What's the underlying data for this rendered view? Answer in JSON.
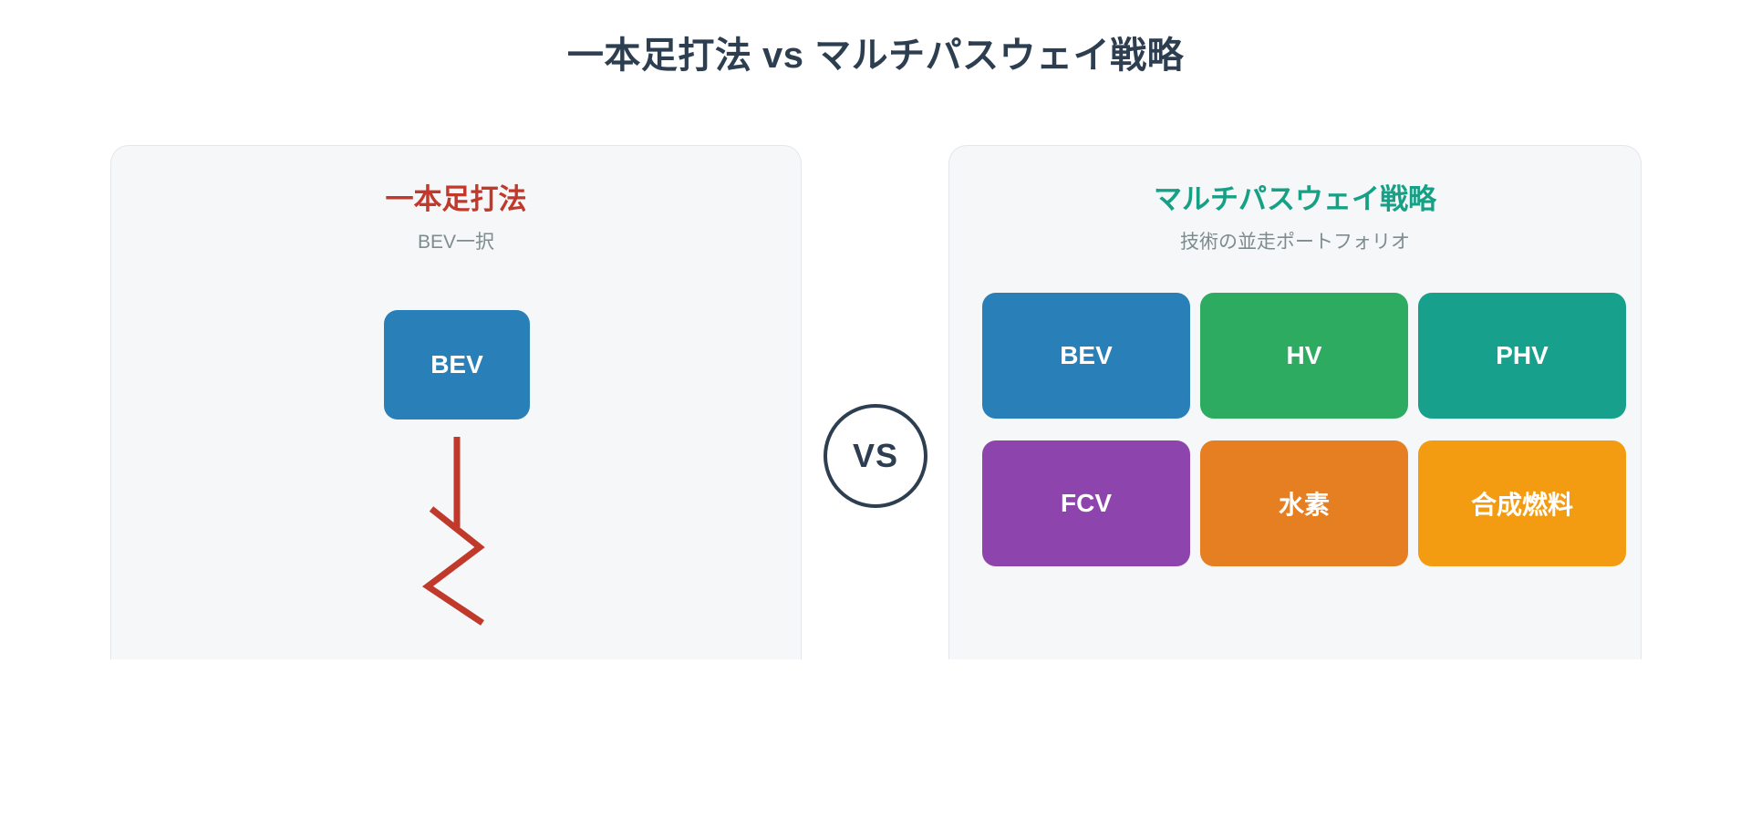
{
  "page_title": "一本足打法 vs マルチパスウェイ戦略",
  "vs_badge": {
    "label": "VS"
  },
  "left_panel": {
    "title": "一本足打法",
    "title_color": "#c0392b",
    "subtitle": "BEV一択",
    "node": {
      "label": "BEV",
      "color": "#2980b9"
    },
    "arrow_color": "#c0392b"
  },
  "right_panel": {
    "title": "マルチパスウェイ戦略",
    "title_color": "#16a085",
    "subtitle": "技術の並走ポートフォリオ",
    "nodes": [
      {
        "label": "BEV",
        "color": "#2980b9"
      },
      {
        "label": "HV",
        "color": "#2dab60"
      },
      {
        "label": "PHV",
        "color": "#17a08c"
      },
      {
        "label": "FCV",
        "color": "#8e44ad"
      },
      {
        "label": "水素",
        "color": "#e67e22"
      },
      {
        "label": "合成燃料",
        "color": "#f39c12"
      }
    ]
  }
}
